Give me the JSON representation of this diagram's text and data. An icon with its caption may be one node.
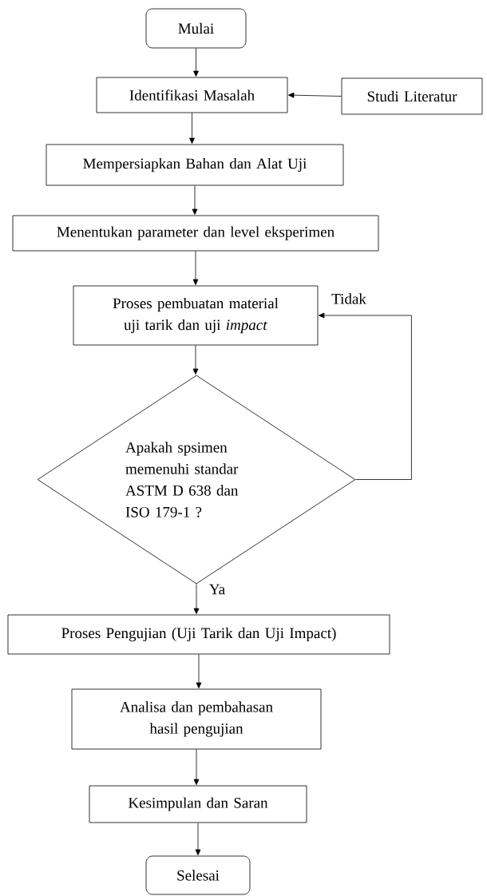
{
  "diagram": {
    "nodes": [
      {
        "text": [
          "Mulai"
        ]
      },
      {
        "text": [
          "Identifikasi Masalah"
        ]
      },
      {
        "text": [
          "Studi Literatur"
        ]
      },
      {
        "text": [
          "Mempersiapkan Bahan dan Alat Uji"
        ]
      },
      {
        "text": [
          "Menentukan parameter dan level eksperimen"
        ]
      },
      {
        "text": [
          "Proses pembuatan material uji tarik dan uji *impact*"
        ]
      },
      {
        "text": [
          "Apakah spsimen memenuhi standar ASTM D 638 dan ISO 179-1 ?"
        ]
      },
      {
        "text": [
          "Proses Pengujian (Uji Tarik dan Uji Impact)"
        ]
      },
      {
        "text": [
          "Analisa dan pembahasan hasil pengujian"
        ]
      },
      {
        "text": [
          "Kesimpulan dan Saran"
        ]
      },
      {
        "text": [
          "Selesai"
        ]
      }
    ],
    "edges": [
      {
        "from": 0,
        "to": 1,
        "arrow": "to"
      },
      {
        "from": 2,
        "to": 1,
        "arrow": "to"
      },
      {
        "from": 1,
        "to": 3,
        "arrow": "to"
      },
      {
        "from": 3,
        "to": 4,
        "arrow": "to"
      },
      {
        "from": 4,
        "to": 5,
        "arrow": "to"
      },
      {
        "from": 5,
        "to": 6,
        "arrow": "to"
      },
      {
        "from": 6,
        "to": 5,
        "arrow": "to",
        "label": "Tidak"
      },
      {
        "from": 6,
        "to": 7,
        "arrow": "to",
        "label": "Ya"
      },
      {
        "from": 7,
        "to": 8,
        "arrow": "to"
      },
      {
        "from": 8,
        "to": 9,
        "arrow": "to"
      },
      {
        "from": 9,
        "to": 10,
        "arrow": "to"
      }
    ]
  }
}
